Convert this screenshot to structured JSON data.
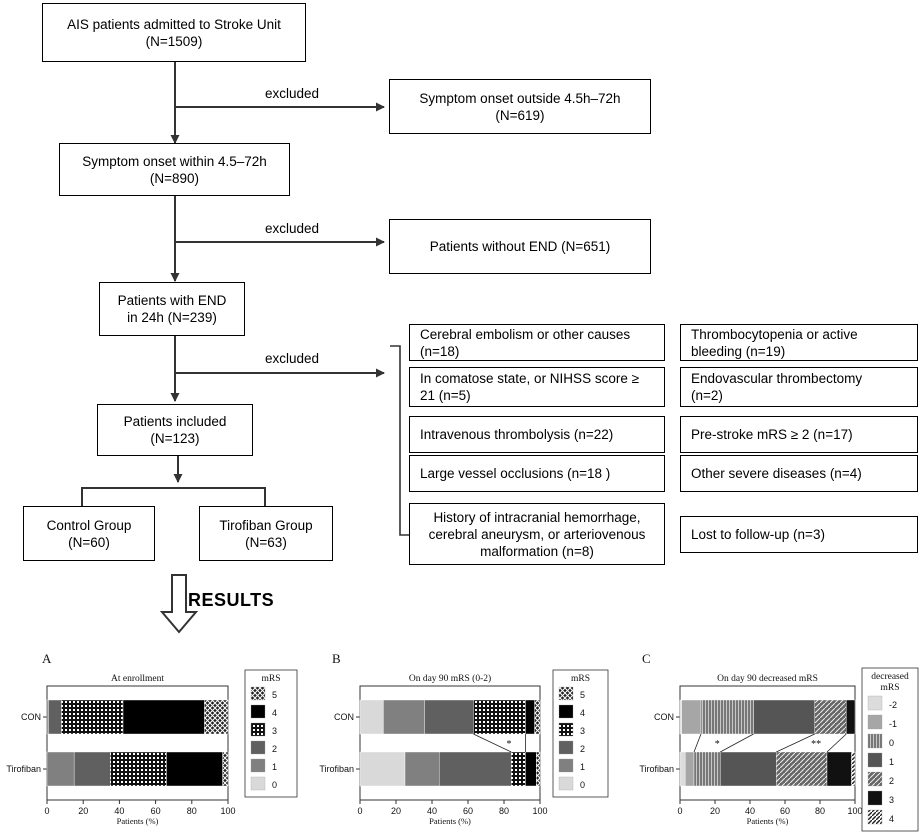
{
  "flow": {
    "b1": "AIS patients admitted to Stroke Unit\n(N=1509)",
    "b2": "Symptom onset outside 4.5h–72h\n(N=619)",
    "b3": "Symptom onset within 4.5–72h\n(N=890)",
    "b4": "Patients  without END (N=651)",
    "b5": "Patients with END\nin 24h (N=239)",
    "b6": "Patients included\n(N=123)",
    "b7": "Control Group\n(N=60)",
    "b8": "Tirofiban Group\n(N=63)",
    "excluded": "excluded",
    "reasons": [
      "Cerebral embolism or other causes\n(n=18)",
      "Thrombocytopenia or active\nbleeding (n=19)",
      "In comatose state, or NIHSS score ≥\n21 (n=5)",
      "Endovascular thrombectomy\n(n=2)",
      "Intravenous thrombolysis (n=22)",
      "Pre-stroke mRS ≥ 2 (n=17)",
      "Large vessel occlusions (n=18 )",
      "Other severe  diseases (n=4)",
      "History of intracranial hemorrhage,\ncerebral aneurysm, or arteriovenous\nmalformation (n=8)",
      "Lost to follow-up (n=3)"
    ],
    "results": "RESULTS"
  },
  "chart_data": [
    {
      "type": "bar",
      "panel": "A",
      "title": "At enrollment",
      "categories": [
        "CON",
        "Tirofiban"
      ],
      "xlabel": "Patients (%)",
      "xlim": [
        0,
        100
      ],
      "xticks": [
        0,
        20,
        40,
        60,
        80,
        100
      ],
      "legend_title": "mRS",
      "legend": [
        "5",
        "4",
        "3",
        "2",
        "1",
        "0"
      ],
      "series": [
        {
          "name": "0",
          "values": [
            0,
            0
          ]
        },
        {
          "name": "1",
          "values": [
            1,
            15
          ]
        },
        {
          "name": "2",
          "values": [
            7,
            20
          ]
        },
        {
          "name": "3",
          "values": [
            34,
            31
          ]
        },
        {
          "name": "4",
          "values": [
            45,
            31
          ]
        },
        {
          "name": "5",
          "values": [
            13,
            3
          ]
        }
      ],
      "annotations": []
    },
    {
      "type": "bar",
      "panel": "B",
      "title": "On day 90   mRS (0-2)",
      "categories": [
        "CON",
        "Tirofiban"
      ],
      "xlabel": "Patients (%)",
      "xlim": [
        0,
        100
      ],
      "xticks": [
        0,
        20,
        40,
        60,
        80,
        100
      ],
      "legend_title": "mRS",
      "legend": [
        "5",
        "4",
        "3",
        "2",
        "1",
        "0"
      ],
      "series": [
        {
          "name": "0",
          "values": [
            13,
            25
          ]
        },
        {
          "name": "1",
          "values": [
            23,
            19
          ]
        },
        {
          "name": "2",
          "values": [
            27,
            40
          ]
        },
        {
          "name": "3",
          "values": [
            29,
            8
          ]
        },
        {
          "name": "4",
          "values": [
            5,
            6
          ]
        },
        {
          "name": "5",
          "values": [
            3,
            2
          ]
        }
      ],
      "annotations": [
        {
          "text": "*",
          "series": "3"
        }
      ]
    },
    {
      "type": "bar",
      "panel": "C",
      "title": "On day 90  decreased mRS",
      "categories": [
        "CON",
        "Tirofiban"
      ],
      "xlabel": "Patients (%)",
      "xlim": [
        0,
        100
      ],
      "xticks": [
        0,
        20,
        40,
        60,
        80,
        100
      ],
      "legend_title": "decreased\nmRS",
      "legend": [
        "-2",
        "-1",
        "0",
        "1",
        "2",
        "3",
        "4"
      ],
      "series": [
        {
          "name": "-2",
          "values": [
            1,
            3
          ]
        },
        {
          "name": "-1",
          "values": [
            11,
            5
          ]
        },
        {
          "name": "0",
          "values": [
            30,
            15
          ]
        },
        {
          "name": "1",
          "values": [
            35,
            32
          ]
        },
        {
          "name": "2",
          "values": [
            18,
            29
          ]
        },
        {
          "name": "3",
          "values": [
            5,
            14
          ]
        },
        {
          "name": "4",
          "values": [
            0,
            2
          ]
        }
      ],
      "annotations": [
        {
          "text": "*",
          "series": "0"
        },
        {
          "text": "**",
          "series": "2"
        }
      ]
    }
  ]
}
